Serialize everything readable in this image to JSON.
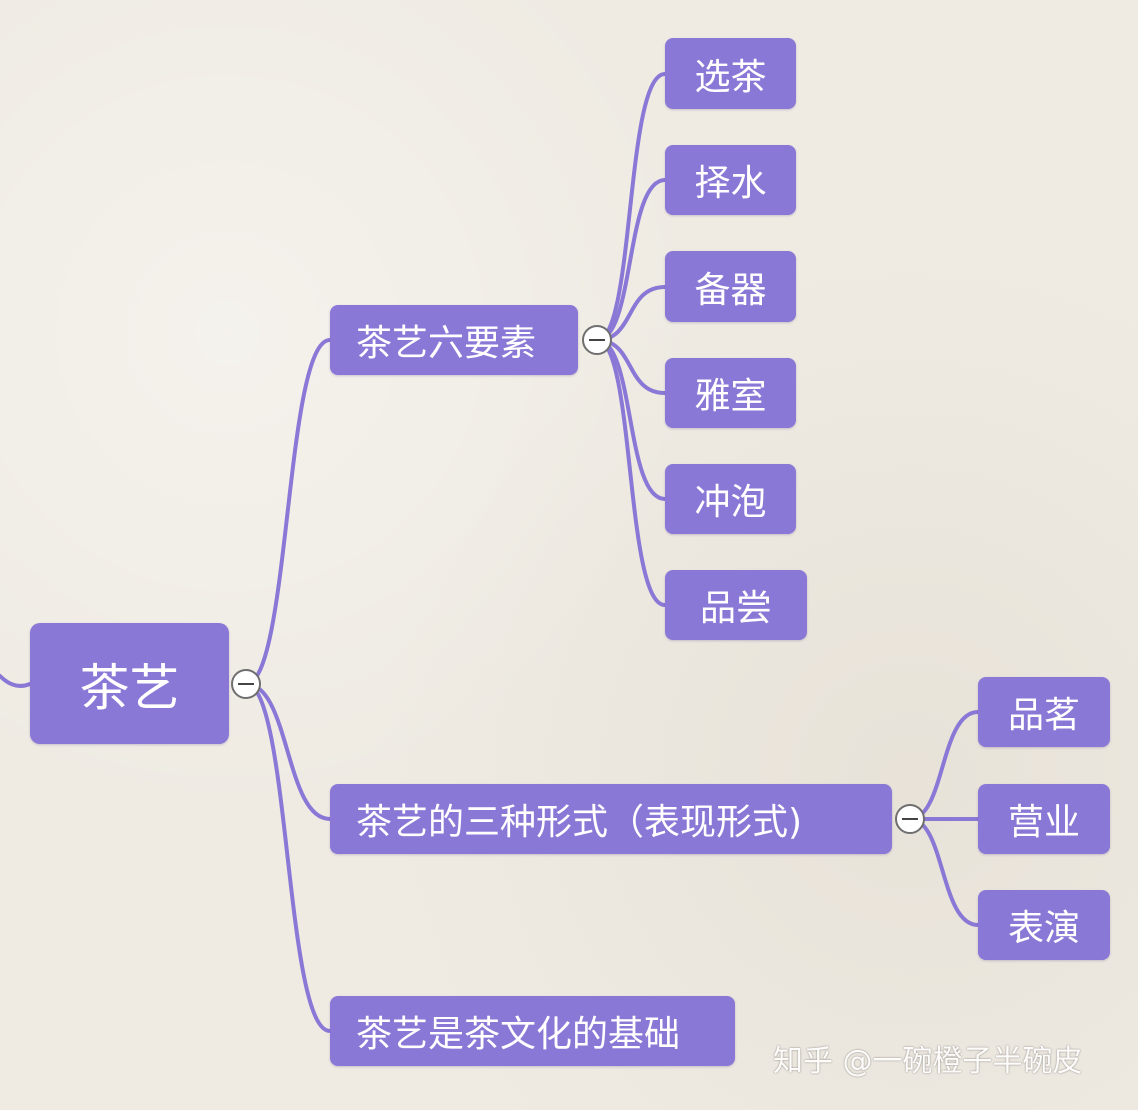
{
  "colors": {
    "node_fill": "#8a78d6",
    "line": "#8a78d6",
    "background": "#efebe3",
    "text": "#ffffff"
  },
  "mindmap": {
    "root": {
      "label": "茶艺"
    },
    "branches": [
      {
        "label": "茶艺六要素",
        "children": [
          "选茶",
          "择水",
          "备器",
          "雅室",
          "冲泡",
          "品尝"
        ]
      },
      {
        "label": "茶艺的三种形式（表现形式)",
        "children": [
          "品茗",
          "营业",
          "表演"
        ]
      },
      {
        "label": "茶艺是茶文化的基础",
        "children": []
      }
    ]
  },
  "collapse_icon": "minus-circle-icon",
  "watermark": "知乎 @一碗橙子半碗皮"
}
